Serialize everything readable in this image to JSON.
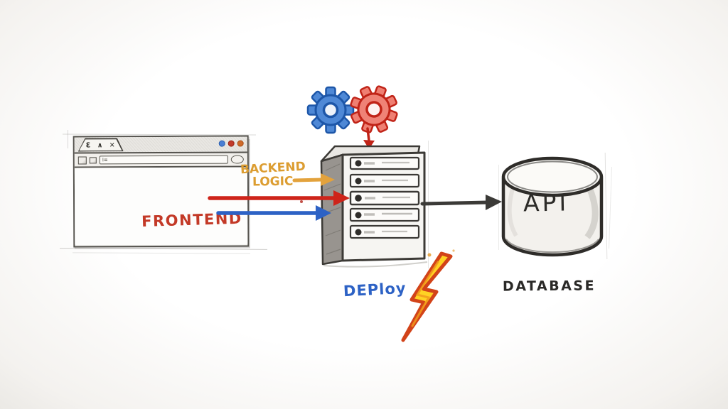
{
  "scene": {
    "description": "hand-drawn web architecture sketch",
    "background_color": "#f7f5f2"
  },
  "browser": {
    "tab_glyphs": "Ɛ ∧ ✕",
    "window_dots": [
      {
        "name": "blue-dot",
        "color": "#4a7fd4"
      },
      {
        "name": "red-dot",
        "color": "#c23b2b"
      },
      {
        "name": "orange-dot",
        "color": "#cf6a2a"
      }
    ],
    "address_text": "I≡",
    "frontend_label": "FRONTEND",
    "frontend_color": "#c33927"
  },
  "annotations": {
    "backend_line1": "BACKEND",
    "backend_line2": "LOGIC",
    "backend_color": "#dc9d31",
    "deploy_label": "DEPloy",
    "deploy_color": "#2d62c5"
  },
  "server": {
    "slot_count": 5
  },
  "gears": [
    {
      "name": "blue-gear",
      "fill": "#4e88d6",
      "outline": "#1d56a8"
    },
    {
      "name": "red-gear",
      "fill": "#e8574a",
      "outline": "#c02317"
    }
  ],
  "arrows": [
    {
      "name": "backend-to-server",
      "color": "#e3a23c"
    },
    {
      "name": "frontend-to-server-primary",
      "color": "#ce241a"
    },
    {
      "name": "frontend-to-server-secondary",
      "color": "#2d62c5"
    },
    {
      "name": "gears-to-server",
      "color": "#c02317"
    },
    {
      "name": "server-to-database",
      "color": "#3b3a37"
    }
  ],
  "bolt": {
    "fill": "#ffd224",
    "stroke": "#d24319"
  },
  "database": {
    "api_label": "API",
    "caption": "DATABASE",
    "text_color": "#2a2927"
  }
}
